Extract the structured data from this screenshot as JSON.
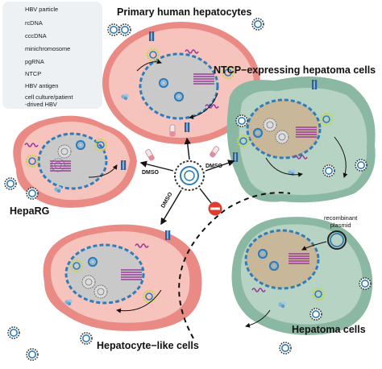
{
  "legend": {
    "items": [
      {
        "label": "HBV particle",
        "icon": "hbv-particle-icon"
      },
      {
        "label": "rcDNA",
        "icon": "rcdna-icon"
      },
      {
        "label": "cccDNA",
        "icon": "cccdna-icon"
      },
      {
        "label": "minichromosome",
        "icon": "minichromosome-icon"
      },
      {
        "label": "pgRNA",
        "icon": "pgrna-icon"
      },
      {
        "label": "NTCP",
        "icon": "ntcp-icon"
      },
      {
        "label": "HBV antigen",
        "icon": "hbv-antigen-icon"
      },
      {
        "label": "cell culture/patient\n-drived HBV",
        "icon": "tube-icon"
      }
    ]
  },
  "cells": {
    "primary": "Primary human hepatocytes",
    "ntcp": "NTCP−expressing hepatoma cells",
    "heparg": "HepaRG",
    "hepatocyte_like": "Hepatocyte−like cells",
    "hepatoma": "Hepatoma cells"
  },
  "labels": {
    "dmso_left": "DMSO",
    "dmso_right": "DMSO",
    "dmso_down": "DMSO",
    "recombinant_plasmid": "recombinant\nplasmid"
  },
  "colors": {
    "pink_cell": "#e98a85",
    "pink_inner": "#f6c3bd",
    "green_cell": "#8bb8a2",
    "green_inner": "#b7d3c3",
    "nucleus": "#c9c9c9",
    "blue": "#2e7db9",
    "yellow_green": "#c6d64a",
    "purple": "#9a3d98",
    "forbidden": "#e23b30"
  }
}
